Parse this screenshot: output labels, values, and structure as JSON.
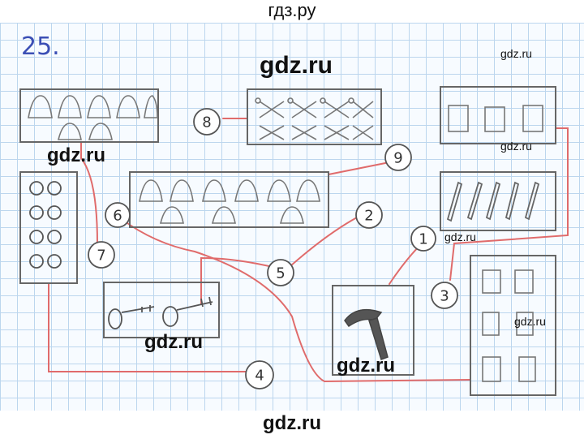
{
  "header": {
    "site": "гдз.ру"
  },
  "task": {
    "number": "25."
  },
  "watermarks": {
    "big": "gdz.ru",
    "mid1": "gdz.ru",
    "mid2": "gdz.ru",
    "mid3": "gdz.ru",
    "small1": "gdz.ru",
    "small2": "gdz.ru",
    "small3": "gdz.ru",
    "small4": "gdz.ru",
    "footer": "gdz.ru"
  },
  "nodes": [
    "1",
    "2",
    "3",
    "4",
    "5",
    "6",
    "7",
    "8",
    "9"
  ],
  "colors": {
    "pencil": "#666666",
    "connector": "#e06b6b",
    "ink": "#3b4fb5"
  },
  "icons": [
    "bell-icon",
    "scissors-icon",
    "book-icon",
    "glasses-icon",
    "pencil-icon",
    "key-icon",
    "hammer-icon"
  ]
}
